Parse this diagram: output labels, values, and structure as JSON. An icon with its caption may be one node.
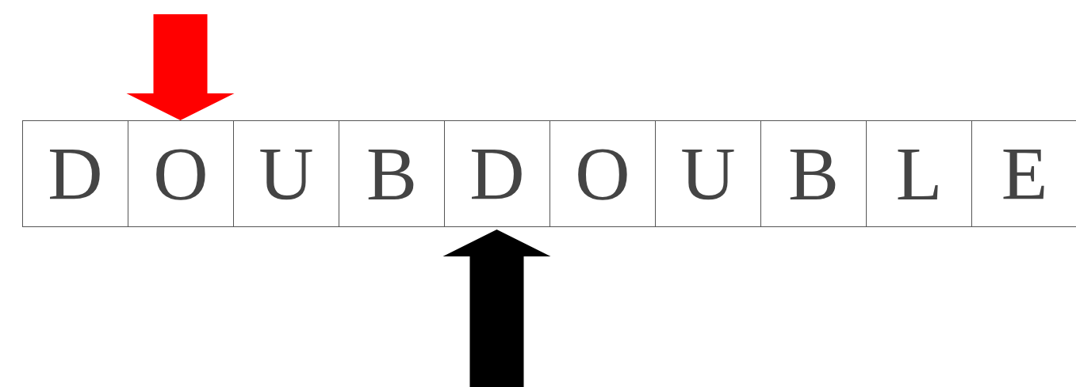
{
  "diagram": {
    "nodes": [
      {
        "text": [
          "D"
        ]
      },
      {
        "text": [
          "O"
        ]
      },
      {
        "text": [
          "U"
        ]
      },
      {
        "text": [
          "B"
        ]
      },
      {
        "text": [
          "D"
        ]
      },
      {
        "text": [
          "O"
        ]
      },
      {
        "text": [
          "U"
        ]
      },
      {
        "text": [
          "B"
        ]
      },
      {
        "text": [
          "L"
        ]
      },
      {
        "text": [
          "E"
        ]
      }
    ],
    "edges": [
      {
        "from": null,
        "to": 1,
        "arrow": "to",
        "style": "thick",
        "color": "#ff0000"
      },
      {
        "from": null,
        "to": 4,
        "arrow": "to",
        "style": "thick",
        "color": "#000000"
      }
    ]
  }
}
